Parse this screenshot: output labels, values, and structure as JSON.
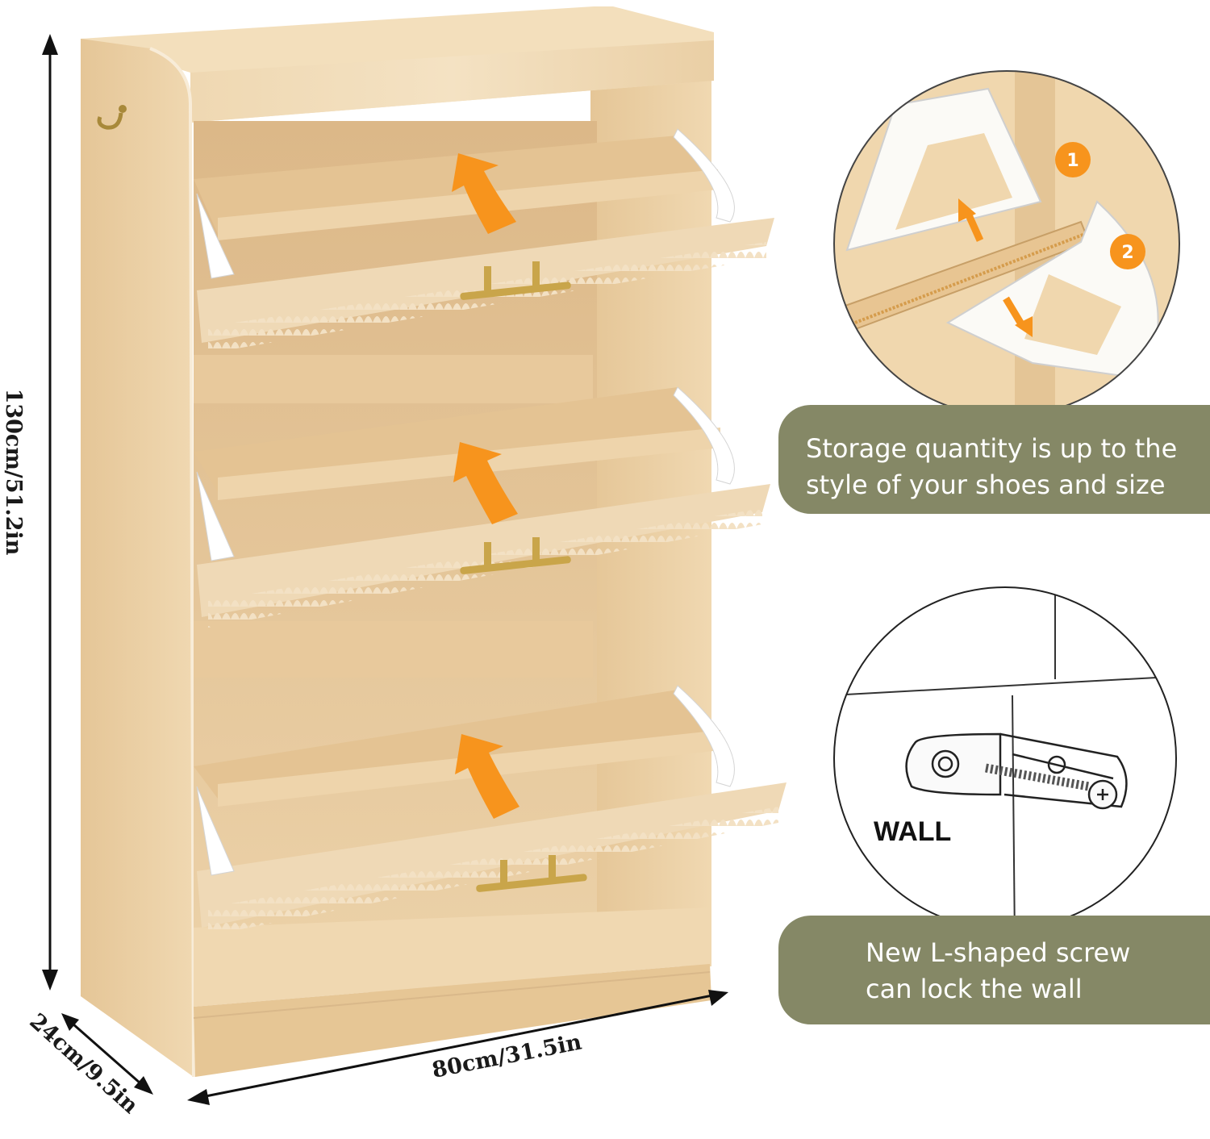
{
  "colors": {
    "wood_light": "#f1dcb8",
    "wood_mid": "#e8cba0",
    "wood_dark": "#d7b383",
    "banner_bg": "#858866",
    "arrow_orange": "#f7941d",
    "handle_gold": "#c9a54a"
  },
  "dimensions": {
    "height": "130cm/51.2in",
    "width": "80cm/31.5in",
    "depth": "24cm/9.5in"
  },
  "detail_top": {
    "step_1": "1",
    "step_2": "2"
  },
  "detail_bottom": {
    "wall_label": "WALL"
  },
  "banners": {
    "storage": {
      "line1": "Storage quantity is up to the",
      "line2": "style of your shoes and size"
    },
    "screw": {
      "line1": "New L-shaped screw",
      "line2": "can lock the wall"
    }
  },
  "icons": [
    "up-arrow-icon",
    "down-arrow-icon",
    "orange-curved-arrow-icon",
    "hook-icon",
    "screw-icon"
  ]
}
